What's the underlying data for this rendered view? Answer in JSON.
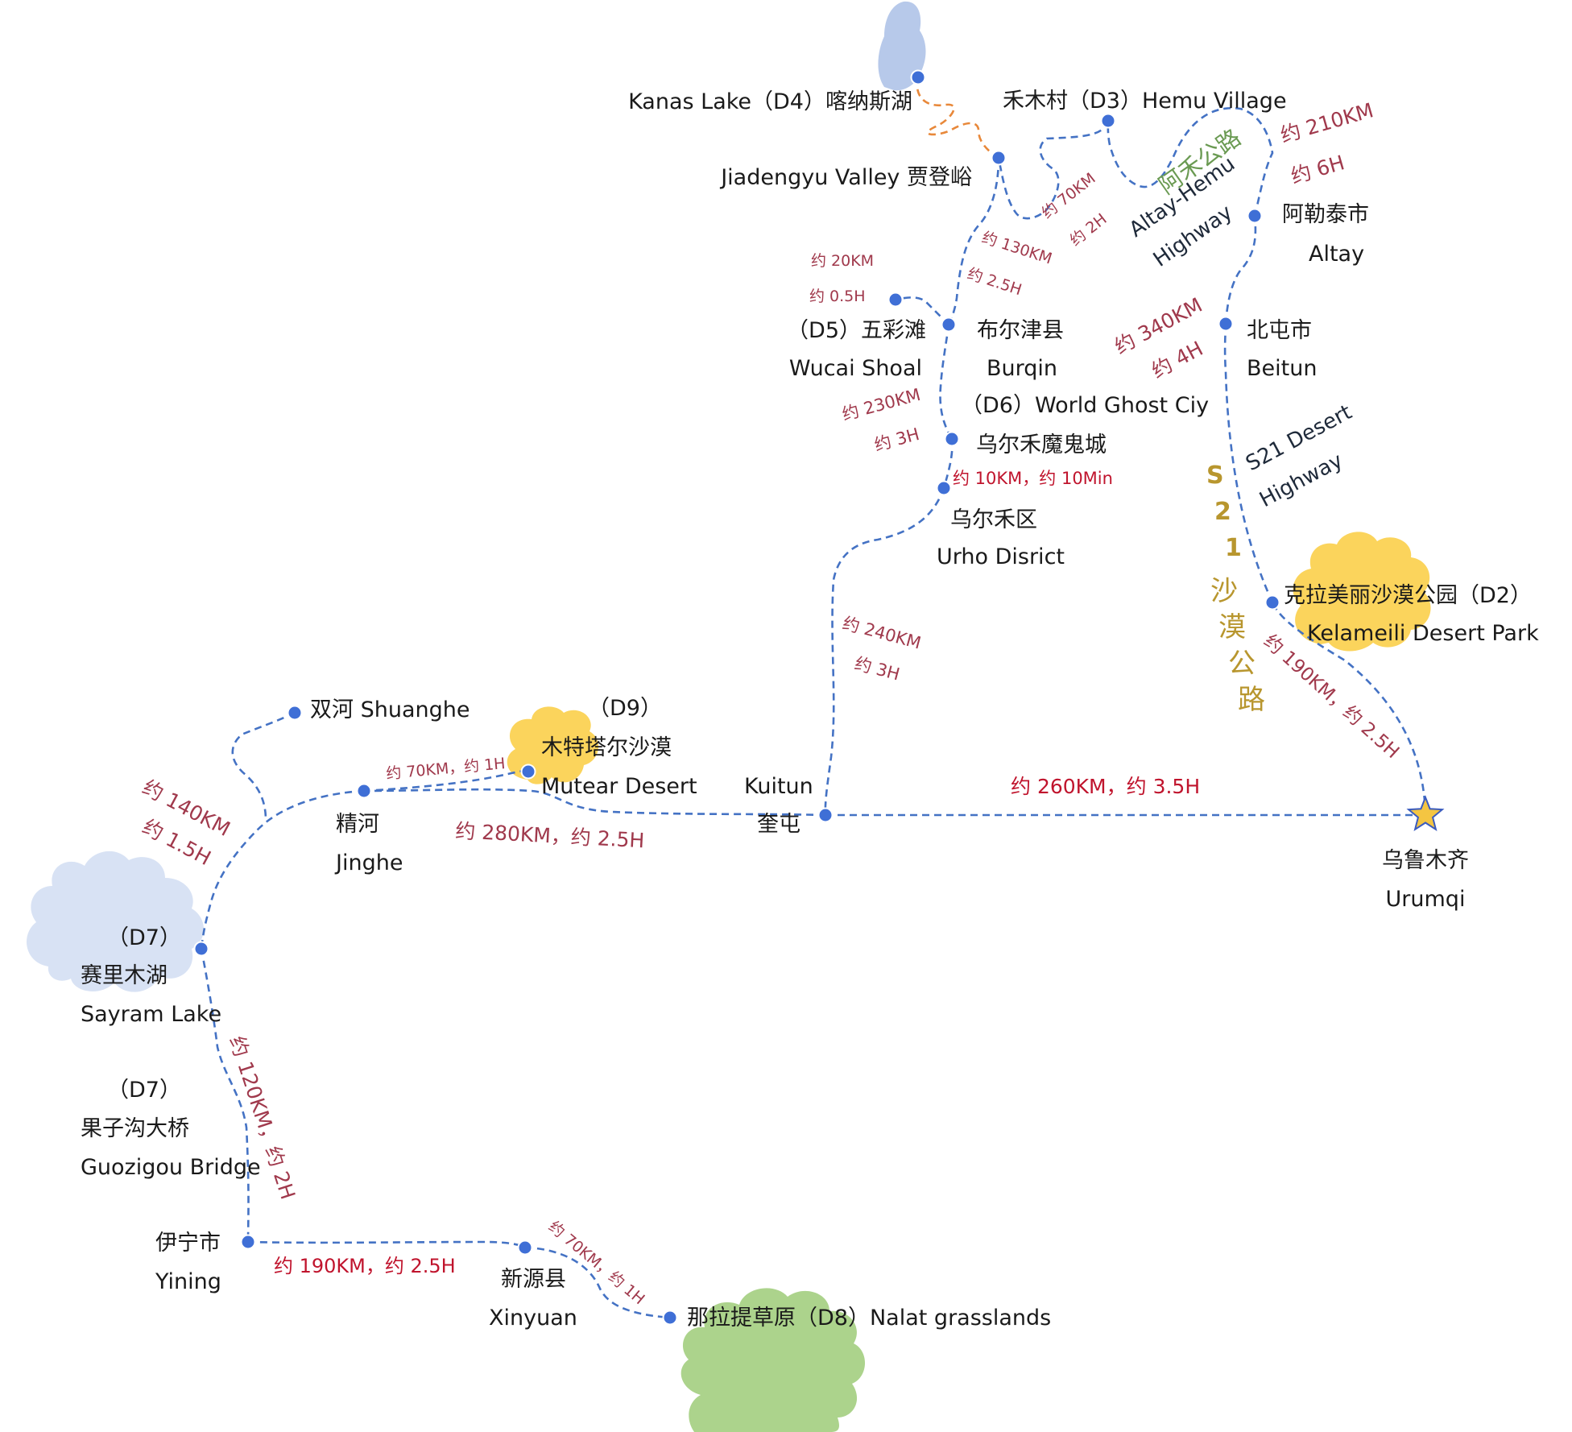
{
  "colors": {
    "route": "#4472c4",
    "kanas_trail": "#e8883a",
    "node": "#3f6fd6",
    "star": "#f4c542",
    "lake": "#b7c9ea",
    "desert": "#fbd45c",
    "grass": "#acd38c",
    "sayram": "#d8e2f4",
    "distance_text": "#a0394c",
    "distance_text_red": "#c0142d",
    "hemu_highway_text": "#6a9a52",
    "s21_text": "#b8962e"
  },
  "places": {
    "kanas": "Kanas Lake（D4）喀纳斯湖",
    "hemu": "禾木村（D3）Hemu Village",
    "jiadengyu": "Jiadengyu Valley 贾登峪",
    "altay_cn": "阿勒泰市",
    "altay_en": "Altay",
    "wucai_cn": "（D5）五彩滩",
    "wucai_en": "Wucai Shoal",
    "burqin_cn": "布尔津县",
    "burqin_en": "Burqin",
    "beitun_cn": "北屯市",
    "beitun_en": "Beitun",
    "ghost_en": "（D6）World Ghost Ciy",
    "ghost_cn": "乌尔禾魔鬼城",
    "urho_cn": "乌尔禾区",
    "urho_en": "Urho Disrict",
    "kelameili_cn": "克拉美丽沙漠公园（D2）",
    "kelameili_en": "Kelameili Desert Park",
    "shuanghe": "双河 Shuanghe",
    "mutear_day": "（D9）",
    "mutear_cn": "木特塔尔沙漠",
    "mutear_en": "Mutear Desert",
    "kuitun_en": "Kuitun",
    "kuitun_cn": "奎屯",
    "jinghe_cn": "精河",
    "jinghe_en": "Jinghe",
    "urumqi_cn": "乌鲁木齐",
    "urumqi_en": "Urumqi",
    "sayram_day": "（D7）",
    "sayram_cn": "赛里木湖",
    "sayram_en": "Sayram Lake",
    "guozigou_day": "（D7）",
    "guozigou_cn": "果子沟大桥",
    "guozigou_en": "Guozigou Bridge",
    "yining_cn": "伊宁市",
    "yining_en": "Yining",
    "xinyuan_cn": "新源县",
    "xinyuan_en": "Xinyuan",
    "nalat": "那拉提草原（D8）Nalat grasslands"
  },
  "distances": {
    "altay_hemu_km": "约 210KM",
    "altay_hemu_h": "约 6H",
    "hemu_jiadengyu_km": "约 70KM",
    "hemu_jiadengyu_h": "约 2H",
    "jiadengyu_burqin_km": "约 130KM",
    "jiadengyu_burqin_h": "约 2.5H",
    "burqin_wucai_km": "约 20KM",
    "burqin_wucai_h": "约 0.5H",
    "beitun_altay_km": "约 340KM",
    "beitun_altay_h": "约 4H",
    "burqin_ghost_km": "约 230KM",
    "burqin_ghost_h": "约 3H",
    "ghost_urho": "约 10KM，约 10Min",
    "urho_kuitun_km": "约 240KM",
    "urho_kuitun_h": "约 3H",
    "urumqi_kelameili": "约 190KM，约 2.5H",
    "kuitun_urumqi": "约 260KM，约 3.5H",
    "jinghe_mutear": "约 70KM，约 1H",
    "kuitun_jinghe": "约 280KM，约 2.5H",
    "jinghe_sayram_km": "约 140KM",
    "jinghe_sayram_h": "约 1.5H",
    "sayram_yining": "约 120KM，约 2H",
    "yining_xinyuan": "约 190KM，约 2.5H",
    "xinyuan_nalat": "约 70KM，约 1H"
  },
  "highways": {
    "hemu_cn": "阿禾公路",
    "hemu_en_1": "Altay-Hemu",
    "hemu_en_2": "Highway",
    "s21_en_1": "S21 Desert",
    "s21_en_2": "Highway",
    "s21_vertical": [
      "S",
      "2",
      "1",
      "沙",
      "漠",
      "公",
      "路"
    ]
  }
}
